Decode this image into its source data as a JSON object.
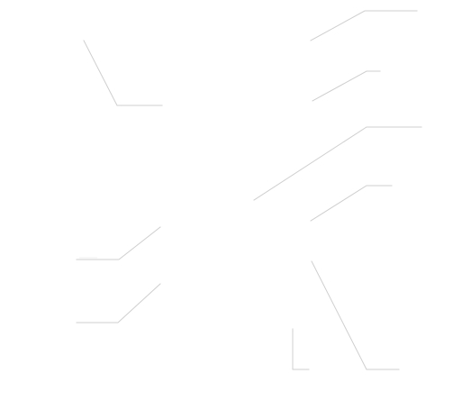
{
  "diagram": {
    "leader_color": "#cfcfcf",
    "background_color": "#ffffff",
    "leader_lines": [
      {
        "id": "upper-right-top",
        "name": "leader-line-upper-right-top"
      },
      {
        "id": "upper-right-second",
        "name": "leader-line-upper-right-second"
      },
      {
        "id": "middle-right-long",
        "name": "leader-line-middle-right-long"
      },
      {
        "id": "middle-right-short",
        "name": "leader-line-middle-right-short"
      },
      {
        "id": "lower-right-diagonal",
        "name": "leader-line-lower-right-diagonal"
      },
      {
        "id": "lower-right-bracket",
        "name": "leader-line-lower-right-bracket"
      },
      {
        "id": "upper-left",
        "name": "leader-line-upper-left"
      },
      {
        "id": "middle-left",
        "name": "leader-line-middle-left"
      },
      {
        "id": "lower-left",
        "name": "leader-line-lower-left"
      }
    ]
  }
}
